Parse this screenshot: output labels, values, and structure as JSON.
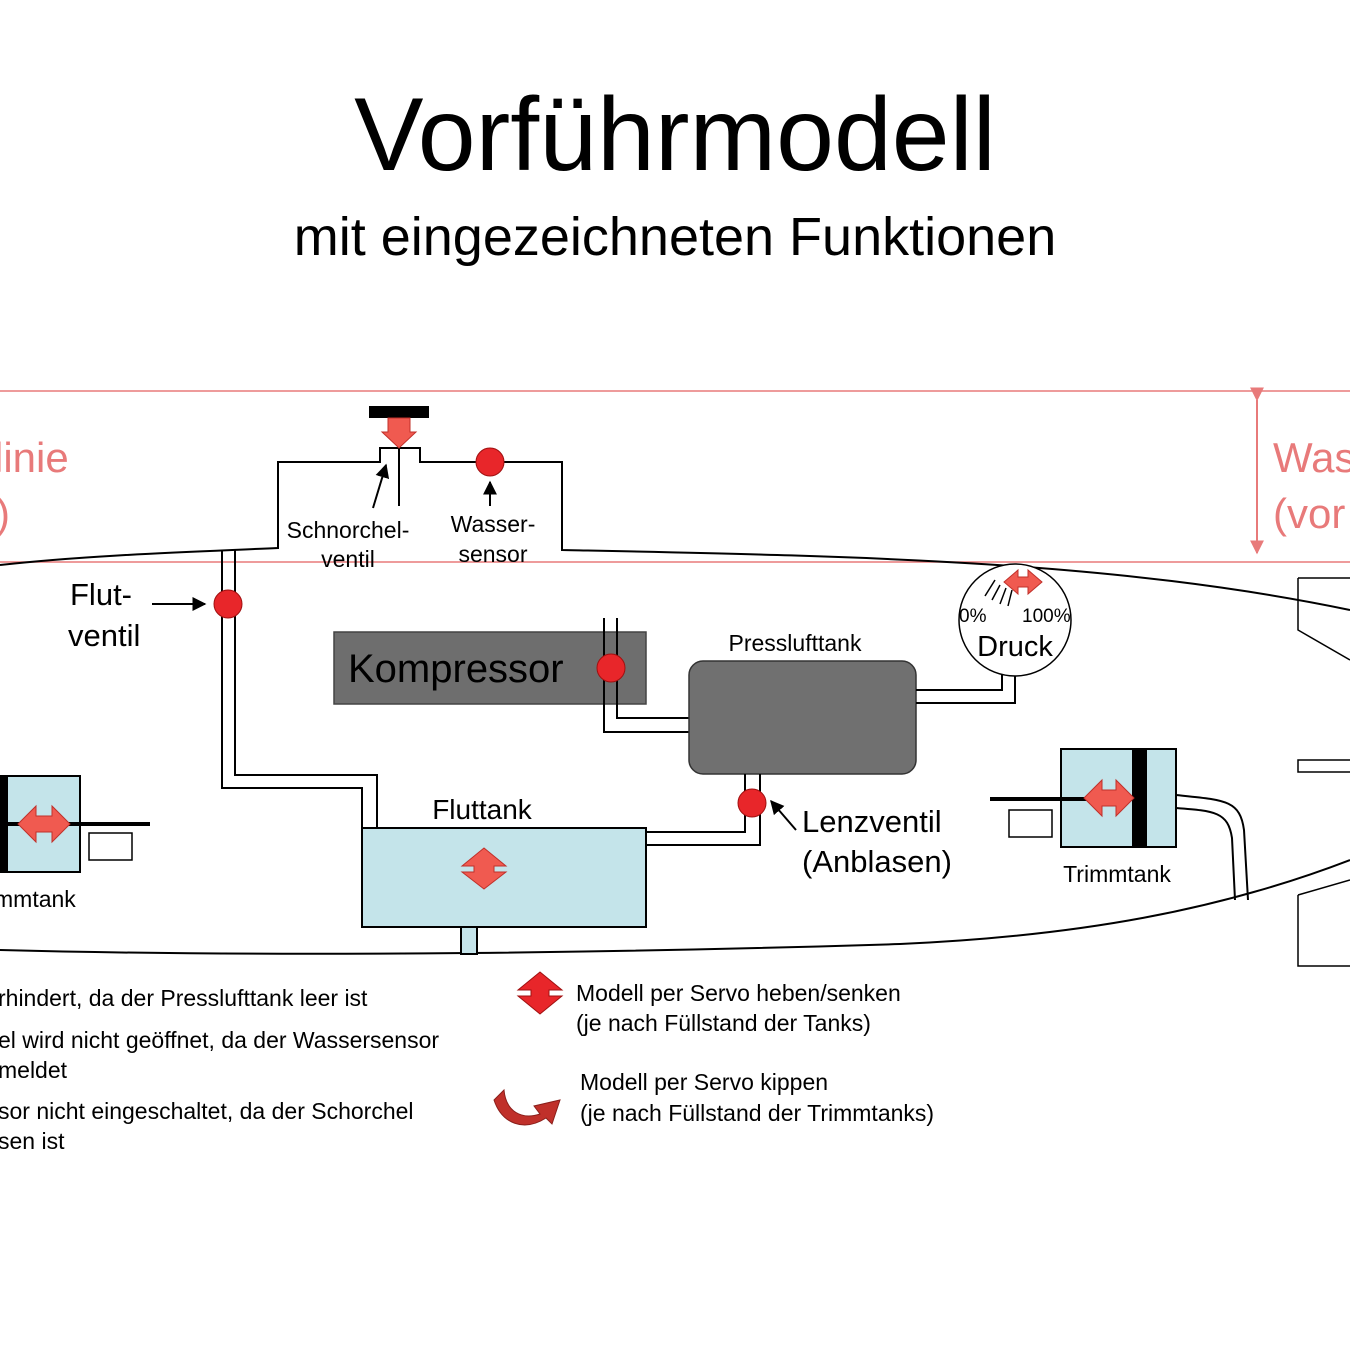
{
  "title": "Vorführmodell",
  "subtitle": "mit eingezeichneten Funktionen",
  "waterline": {
    "left_line1": "linie",
    "left_line2": ")",
    "right_line1": "Was",
    "right_line2": "(vor"
  },
  "labels": {
    "schnorchel_line1": "Schnorchel-",
    "schnorchel_line2": "ventil",
    "wasser_line1": "Wasser-",
    "wasser_line2": "sensor",
    "flut_line1": "Flut-",
    "flut_line2": "ventil",
    "kompressor": "Kompressor",
    "presslufttank": "Presslufttank",
    "druck": "Druck",
    "gauge_min": "0%",
    "gauge_max": "100%",
    "fluttank": "Fluttank",
    "lenz_line1": "Lenzventil",
    "lenz_line2": "(Anblasen)",
    "trimmtank_left": "mmtank",
    "trimmtank_right": "Trimmtank"
  },
  "notes_left": [
    "rhindert, da der Presslufttank leer ist",
    "el wird nicht geöffnet, da der Wassersensor",
    "meldet",
    "sor nicht eingeschaltet, da der Schorchel",
    "sen ist"
  ],
  "legend": {
    "heben_line1": "Modell per Servo heben/senken",
    "heben_line2": "(je nach Füllstand der Tanks)",
    "kippen_line1": "Modell per Servo kippen",
    "kippen_line2": "(je nach Füllstand der Trimmtanks)"
  },
  "colors": {
    "valve_red": "#e8262a",
    "arrow_red": "#f05a50",
    "tank_blue": "#c4e4ea",
    "tank_gray": "#707070",
    "compressor_gray": "#6e6e6e",
    "waterline_pink": "#e87a7a"
  }
}
